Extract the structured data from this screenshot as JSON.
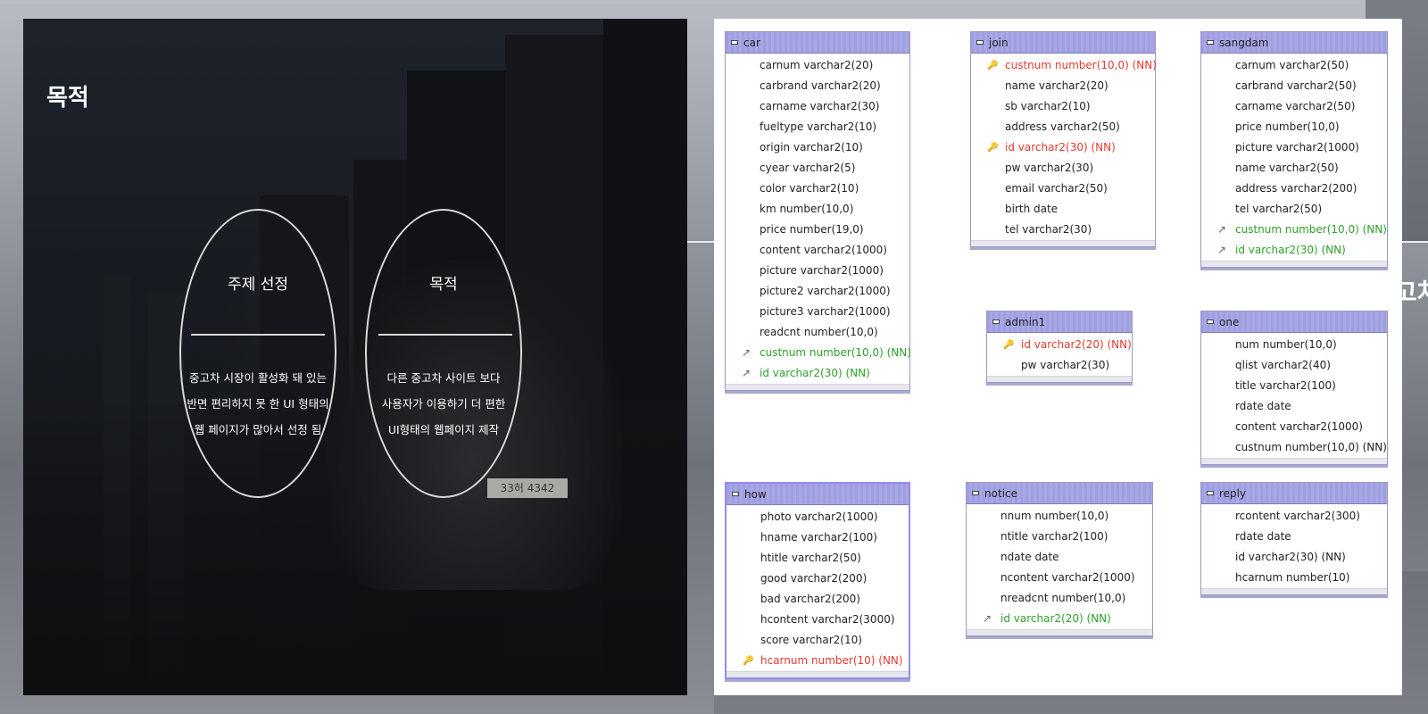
{
  "left": {
    "title": "목적",
    "plate": "33허 4342",
    "circles": [
      {
        "heading": "주제 선정",
        "lines": [
          "중고차 시장이 활성화 돼 있는",
          "반면 편리하지 못 한 UI 형태의",
          "웹 페이지가  많아서 선정 됨"
        ]
      },
      {
        "heading": "목적",
        "lines": [
          "다른 중고차 사이트 보다",
          "사용자가 이용하기 더 편한",
          "UI형태의 웹페이지 제작"
        ]
      }
    ]
  },
  "background_text": "고차",
  "erd": {
    "tables": [
      {
        "name": "car",
        "rows": [
          {
            "text": "carnum varchar2(20)",
            "type": "normal"
          },
          {
            "text": "carbrand varchar2(20)",
            "type": "normal"
          },
          {
            "text": "carname varchar2(30)",
            "type": "normal"
          },
          {
            "text": "fueltype varchar2(10)",
            "type": "normal"
          },
          {
            "text": "origin varchar2(10)",
            "type": "normal"
          },
          {
            "text": "cyear varchar2(5)",
            "type": "normal"
          },
          {
            "text": "color varchar2(10)",
            "type": "normal"
          },
          {
            "text": "km number(10,0)",
            "type": "normal"
          },
          {
            "text": "price number(19,0)",
            "type": "normal"
          },
          {
            "text": "content varchar2(1000)",
            "type": "normal"
          },
          {
            "text": "picture varchar2(1000)",
            "type": "normal"
          },
          {
            "text": "picture2 varchar2(1000)",
            "type": "normal"
          },
          {
            "text": "picture3 varchar2(1000)",
            "type": "normal"
          },
          {
            "text": "readcnt number(10,0)",
            "type": "normal"
          },
          {
            "text": "custnum number(10,0) (NN)",
            "type": "fk"
          },
          {
            "text": "id varchar2(30) (NN)",
            "type": "fk"
          }
        ]
      },
      {
        "name": "join",
        "rows": [
          {
            "text": "custnum number(10,0) (NN)",
            "type": "pk"
          },
          {
            "text": "name varchar2(20)",
            "type": "normal"
          },
          {
            "text": "sb varchar2(10)",
            "type": "normal"
          },
          {
            "text": "address varchar2(50)",
            "type": "normal"
          },
          {
            "text": "id varchar2(30) (NN)",
            "type": "pk"
          },
          {
            "text": "pw varchar2(30)",
            "type": "normal"
          },
          {
            "text": "email varchar2(50)",
            "type": "normal"
          },
          {
            "text": "birth date",
            "type": "normal"
          },
          {
            "text": "tel varchar2(30)",
            "type": "normal"
          }
        ]
      },
      {
        "name": "sangdam",
        "rows": [
          {
            "text": "carnum varchar2(50)",
            "type": "normal"
          },
          {
            "text": "carbrand varchar2(50)",
            "type": "normal"
          },
          {
            "text": "carname varchar2(50)",
            "type": "normal"
          },
          {
            "text": "price number(10,0)",
            "type": "normal"
          },
          {
            "text": "picture varchar2(1000)",
            "type": "normal"
          },
          {
            "text": "name varchar2(50)",
            "type": "normal"
          },
          {
            "text": "address varchar2(200)",
            "type": "normal"
          },
          {
            "text": "tel varchar2(50)",
            "type": "normal"
          },
          {
            "text": "custnum number(10,0) (NN)",
            "type": "fk"
          },
          {
            "text": "id varchar2(30) (NN)",
            "type": "fk"
          }
        ]
      },
      {
        "name": "admin1",
        "rows": [
          {
            "text": "id varchar2(20) (NN)",
            "type": "pk"
          },
          {
            "text": "pw varchar2(30)",
            "type": "normal"
          }
        ]
      },
      {
        "name": "one",
        "rows": [
          {
            "text": "num number(10,0)",
            "type": "normal"
          },
          {
            "text": "qlist varchar2(40)",
            "type": "normal"
          },
          {
            "text": "title varchar2(100)",
            "type": "normal"
          },
          {
            "text": "rdate date",
            "type": "normal"
          },
          {
            "text": "content varchar2(1000)",
            "type": "normal"
          },
          {
            "text": "custnum number(10,0) (NN)",
            "type": "normal"
          }
        ]
      },
      {
        "name": "how",
        "rows": [
          {
            "text": "photo varchar2(1000)",
            "type": "normal"
          },
          {
            "text": "hname varchar2(100)",
            "type": "normal"
          },
          {
            "text": "htitle varchar2(50)",
            "type": "normal"
          },
          {
            "text": "good varchar2(200)",
            "type": "normal"
          },
          {
            "text": "bad varchar2(200)",
            "type": "normal"
          },
          {
            "text": "hcontent varchar2(3000)",
            "type": "normal"
          },
          {
            "text": "score varchar2(10)",
            "type": "normal"
          },
          {
            "text": "hcarnum number(10) (NN)",
            "type": "pk"
          }
        ]
      },
      {
        "name": "notice",
        "rows": [
          {
            "text": "nnum number(10,0)",
            "type": "normal"
          },
          {
            "text": "ntitle varchar2(100)",
            "type": "normal"
          },
          {
            "text": "ndate date",
            "type": "normal"
          },
          {
            "text": "ncontent varchar2(1000)",
            "type": "normal"
          },
          {
            "text": "nreadcnt number(10,0)",
            "type": "normal"
          },
          {
            "text": "id varchar2(20) (NN)",
            "type": "fk"
          }
        ]
      },
      {
        "name": "reply",
        "rows": [
          {
            "text": "rcontent varchar2(300)",
            "type": "normal"
          },
          {
            "text": "rdate date",
            "type": "normal"
          },
          {
            "text": "id varchar2(30) (NN)",
            "type": "normal"
          },
          {
            "text": "hcarnum number(10)",
            "type": "normal"
          }
        ]
      }
    ]
  }
}
